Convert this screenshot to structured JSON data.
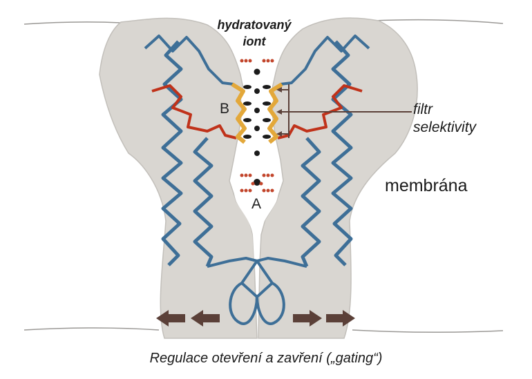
{
  "labels": {
    "ion_line1": "hydratovaný",
    "ion_line2": "iont",
    "filter_line1": "filtr",
    "filter_line2": "selektivity",
    "membrane": "membrána",
    "site_b": "B",
    "site_a": "A",
    "caption": "Regulace otevření  a zavření („gating“)"
  },
  "colors": {
    "protein": "#d9d6d1",
    "helix": "#3e6f97",
    "loop_red": "#c0321a",
    "filter_gold": "#e3a83a",
    "ion": "#1b1b1b",
    "water": "#c2452b",
    "arrow": "#5b4038"
  }
}
